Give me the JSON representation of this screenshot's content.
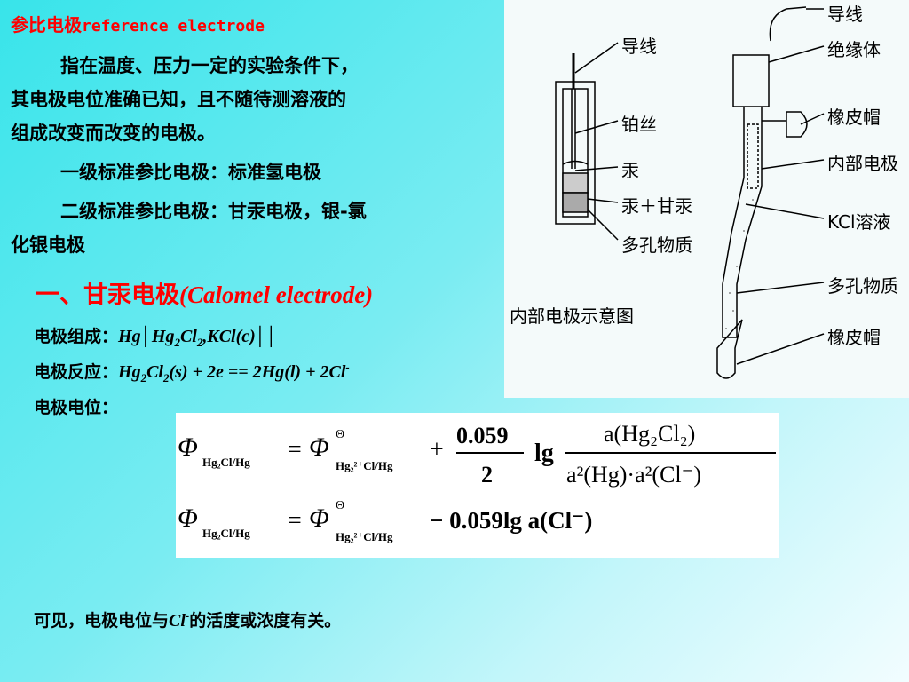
{
  "slide": {
    "title_cn": "参比电极",
    "title_en": "reference electrode",
    "para1_line1": "指在温度、压力一定的实验条件下，",
    "para1_line2": "其电极电位准确已知，且不随待测溶液的",
    "para1_line3": "组成改变而改变的电极。",
    "level1": "一级标准参比电极：标准氢电极",
    "level2_line1": "二级标准参比电极：甘汞电极，银-氯",
    "level2_line2": "化银电极",
    "section_cn": "一、甘汞电极",
    "section_en": "(Calomel electrode)",
    "composition_label": "电极组成：",
    "reaction_label": "电极反应：",
    "potential_label": "电极电位：",
    "conclusion_pre": "可见，电极电位与",
    "conclusion_ion": "Cl",
    "conclusion_post": "的活度或浓度有关。"
  },
  "diagram": {
    "inner_label_wire": "导线",
    "inner_label_pt": "铂丝",
    "inner_label_hg": "汞",
    "inner_label_paste": "汞＋甘汞",
    "inner_label_porous": "多孔物质",
    "inner_caption": "内部电极示意图",
    "outer_label_wire": "导线",
    "outer_label_insulator": "绝缘体",
    "outer_label_cap1": "橡皮帽",
    "outer_label_inner": "内部电极",
    "outer_label_kcl": "KCl溶液",
    "outer_label_porous": "多孔物质",
    "outer_label_cap2": "橡皮帽"
  },
  "formula": {
    "phi": "Φ",
    "lhs_sub": "Hg₂Cl/Hg",
    "std_sup": "Θ",
    "std_sub": "Hg₂²⁺Cl/Hg",
    "coef_num": "0.059",
    "coef_den": "2",
    "lg": "lg",
    "frac_num": "a(Hg₂Cl₂)",
    "frac_den": "a²(Hg)·a²(Cl⁻)",
    "line2_tail": "− 0.059lg a(Cl⁻)"
  }
}
